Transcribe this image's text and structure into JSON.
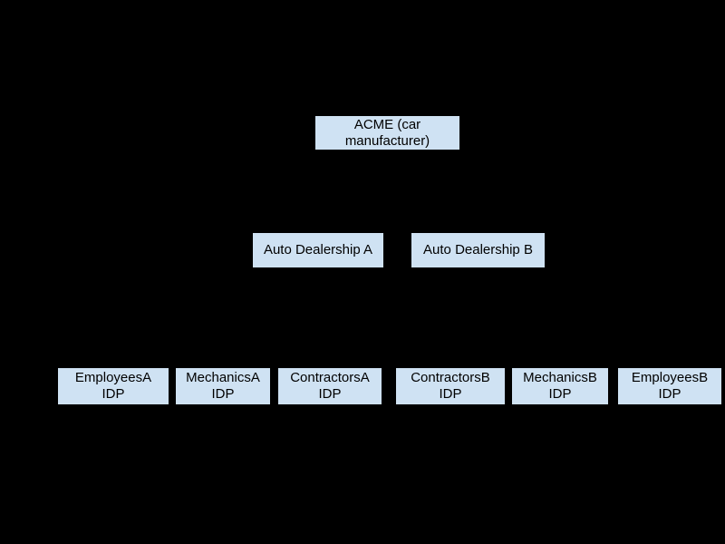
{
  "canvas": {
    "background_color": "#000000"
  },
  "diagram": {
    "type": "tree",
    "node_fill_color": "#cfe2f3",
    "node_border_color": "#000000",
    "node_text_color": "#000000",
    "edge_color": "#000000",
    "nodes": {
      "acme": {
        "label": "ACME (car\nmanufacturer)"
      },
      "dealership_a": {
        "label": "Auto Dealership A"
      },
      "dealership_b": {
        "label": "Auto Dealership B"
      },
      "employees_a": {
        "label": "EmployeesA\nIDP"
      },
      "mechanics_a": {
        "label": "MechanicsA\nIDP"
      },
      "contractors_a": {
        "label": "ContractorsA\nIDP"
      },
      "contractors_b": {
        "label": "ContractorsB\nIDP"
      },
      "mechanics_b": {
        "label": "MechanicsB\nIDP"
      },
      "employees_b": {
        "label": "EmployeesB\nIDP"
      }
    },
    "edges": [
      {
        "from": "acme",
        "to": "dealership_a"
      },
      {
        "from": "acme",
        "to": "dealership_b"
      },
      {
        "from": "dealership_a",
        "to": "employees_a"
      },
      {
        "from": "dealership_a",
        "to": "mechanics_a"
      },
      {
        "from": "dealership_a",
        "to": "contractors_a"
      },
      {
        "from": "dealership_b",
        "to": "contractors_b"
      },
      {
        "from": "dealership_b",
        "to": "mechanics_b"
      },
      {
        "from": "dealership_b",
        "to": "employees_b"
      }
    ]
  }
}
